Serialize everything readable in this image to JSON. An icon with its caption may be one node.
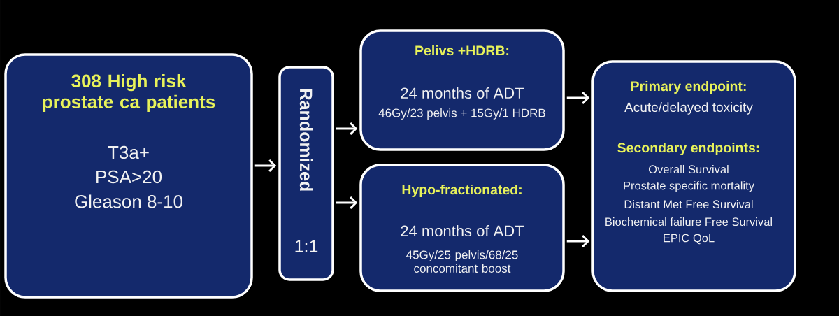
{
  "diagram": {
    "nodes": [
      {
        "text": [
          "308 High risk prostate ca patients",
          "T3a+",
          "PSA>20",
          "Gleason 8-10"
        ]
      },
      {
        "text": [
          "Randomized",
          "1:1"
        ]
      },
      {
        "text": [
          "Pelivs +HDRB:",
          "24 months of ADT",
          "46Gy/23 pelvis + 15Gy/1 HDRB"
        ]
      },
      {
        "text": [
          "Hypo-fractionated:",
          "24 months of ADT",
          "45Gy/25 pelvis/68/25 concomitant boost"
        ]
      },
      {
        "text": [
          "Primary endpoint:",
          "Acute/delayed toxicity",
          "Secondary endpoints:",
          "Overall Survival",
          "Prostate specific mortality",
          "Distant Met Free Survival",
          "Biochemical failure Free Survival",
          "EPIC QoL"
        ]
      }
    ],
    "edges": [
      {
        "from": 0,
        "to": 1,
        "arrow": "to"
      },
      {
        "from": 1,
        "to": 2,
        "arrow": "to"
      },
      {
        "from": 1,
        "to": 3,
        "arrow": "to"
      },
      {
        "from": 2,
        "to": 4,
        "arrow": "to"
      },
      {
        "from": 3,
        "to": 4,
        "arrow": "to"
      }
    ]
  }
}
